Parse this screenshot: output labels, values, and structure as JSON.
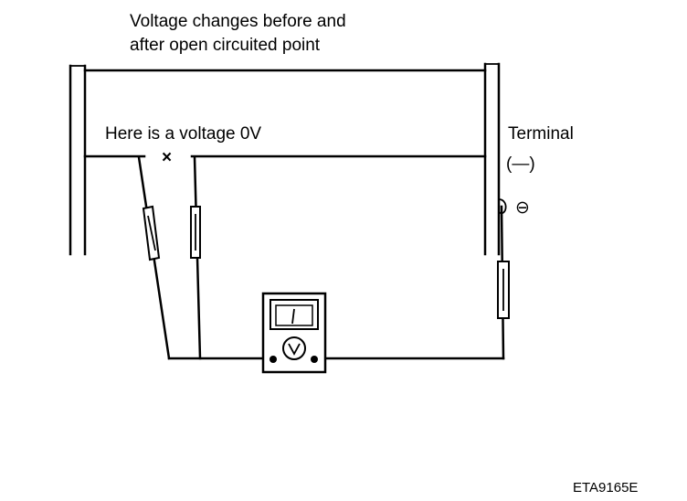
{
  "diagram": {
    "title_line1": "Voltage changes before and",
    "title_line2": "after open circuited point",
    "open_point_label": "Here is a voltage 0V",
    "open_point_mark": "×",
    "terminal_label": "Terminal",
    "terminal_sign": "(—)",
    "negative_symbol": "⊖",
    "figure_code": "ETA9165E"
  }
}
